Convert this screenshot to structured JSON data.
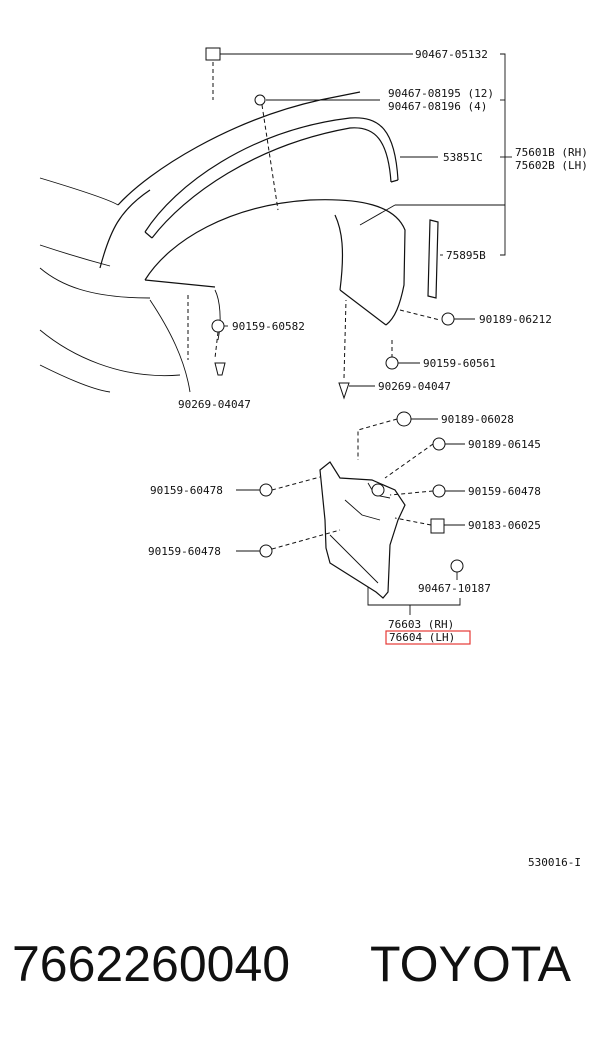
{
  "callouts": {
    "p_9046705132": "90467-05132",
    "p_9046708195": "90467-08195 (12)",
    "p_9046708196": "90467-08196 (4)",
    "p_53851c": "53851C",
    "p_75601b": "75601B (RH)",
    "p_75602b": "75602B (LH)",
    "p_75895b": "75895B",
    "p_9015960582": "90159-60582",
    "p_9018906212": "90189-06212",
    "p_9015960561": "90159-60561",
    "p_9026904047_a": "90269-04047",
    "p_9026904047_b": "90269-04047",
    "p_9018906028": "90189-06028",
    "p_9018906145": "90189-06145",
    "p_9015960478_a": "90159-60478",
    "p_9015960478_b": "90159-60478",
    "p_9015960478_c": "90159-60478",
    "p_9018306025": "90183-06025",
    "p_9046710187": "90467-10187",
    "p_76603": "76603 (RH)",
    "p_76604": "76604 (LH)"
  },
  "highlight_color": "#e53935",
  "diagram_code": "530016-I",
  "footer": {
    "part_number": "7662260040",
    "brand": "TOYOTA"
  }
}
